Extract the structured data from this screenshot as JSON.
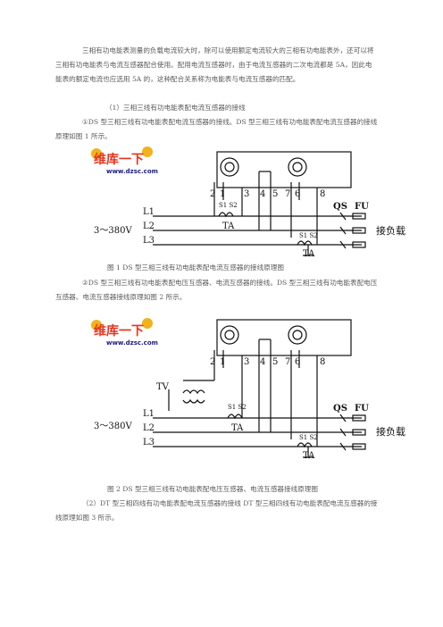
{
  "paragraphs": {
    "p1": "三相有功电能表测量的负载电流较大时，除可以使用额定电流较大的三相有功电能表外，还可以将三相有功电能表与电流互感器配合使用。配用电流互感器时，由于电流互感器的二次电流都是 5A，因此电能表的额定电流也应选用 5A 的，这种配合关系称为电能表与电流互感器的匹配。",
    "h1": "（1）三相三线有功电能表配电流互感器的接线",
    "p2": "①DS 型三相三线有功电能表配电流互感器的接线。DS 型三相三线有功电能表配电流互感器的接线原理如图 1 所示。",
    "cap1": "图 1 DS 型三相三线有功电能表配电流互感器的接线原理图",
    "p3": "②DS 型三相三线有功电能表配电压互感器、电流互感器的接线。DS 型三相三线有功电能表配电压互感器、电流互感器接线原理如图 2 所示。",
    "cap2": "图 2 DS 型三相三线有功电能表配电压互感器、电流互感器接线原理图",
    "p4": "（2）DT 型三相四线有功电能表配电流互感器的接线  DT 型三相四线有功电能表配电流互感器的接线原理如图 3 所示。"
  },
  "watermark": {
    "title": "维库一下",
    "url": "www.dzsc.com"
  },
  "figure1": {
    "terminals": [
      "2",
      "1",
      "3",
      "4",
      "5",
      "7",
      "6",
      "8"
    ],
    "voltage_label": "3～380V",
    "lines": [
      "L1",
      "L2",
      "L3"
    ],
    "ct1_s": "S1 S2",
    "ct1": "TA",
    "ct2_s": "S1 S2",
    "ct2": "TA",
    "qs": "QS",
    "fu": "FU",
    "load": "接负载"
  },
  "figure2": {
    "terminals": [
      "2",
      "1",
      "3",
      "4",
      "5",
      "7",
      "6",
      "8"
    ],
    "tv": "TV",
    "voltage_label": "3～380V",
    "lines": [
      "L1",
      "L2",
      "L3"
    ],
    "ct1_s": "S1 S2",
    "ct1": "TA",
    "ct2_s": "S1 S2",
    "ct2": "TA",
    "qs": "QS",
    "fu": "FU",
    "load": "接负载"
  }
}
